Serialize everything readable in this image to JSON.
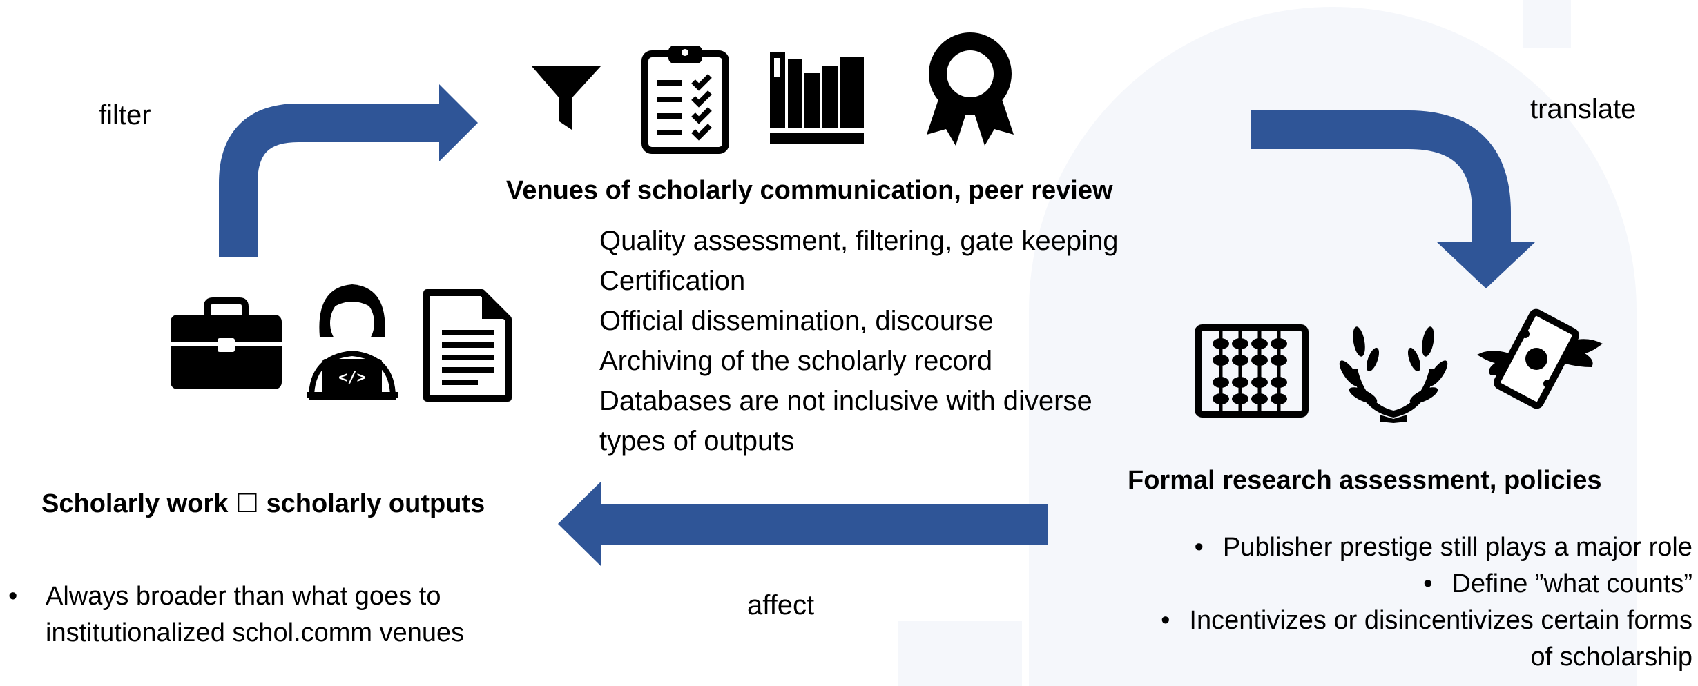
{
  "labels": {
    "filter": "filter",
    "translate": "translate",
    "affect": "affect"
  },
  "venues": {
    "title": "Venues of scholarly communication, peer review",
    "items": [
      "Quality assessment, filtering, gate keeping",
      "Certification",
      "Official dissemination, discourse",
      "Archiving of the scholarly record",
      "Databases are not inclusive with diverse",
      "types of outputs"
    ]
  },
  "scholarly": {
    "title": "Scholarly work ☐ scholarly outputs",
    "bullets": [
      "Always broader than what goes to institutionalized schol.comm venues"
    ],
    "bullet_lines": [
      "Always broader than what goes to",
      "institutionalized schol.comm venues"
    ]
  },
  "assessment": {
    "title": "Formal research assessment, policies",
    "bullets": [
      "Publisher prestige still plays a major role",
      "Define ”what counts”",
      "Incentivizes or disincentivizes certain forms of scholarship"
    ],
    "bullet_lines": [
      {
        "bullet": true,
        "text": "Publisher prestige still plays a major role"
      },
      {
        "bullet": true,
        "text": "Define ”what counts”"
      },
      {
        "bullet": true,
        "text": "Incentivizes or disincentivizes certain forms"
      },
      {
        "bullet": false,
        "text": "of scholarship"
      }
    ]
  },
  "icons": {
    "top": [
      "funnel-icon",
      "checklist-clipboard-icon",
      "bookshelf-icon",
      "award-ribbon-icon"
    ],
    "left": [
      "briefcase-icon",
      "researcher-laptop-icon",
      "document-icon"
    ],
    "right": [
      "abacus-icon",
      "laurel-wreath-icon",
      "flying-money-icon"
    ]
  },
  "colors": {
    "arrow": "#2f5597",
    "background_shape": "#f5f7fb",
    "text": "#000000"
  }
}
